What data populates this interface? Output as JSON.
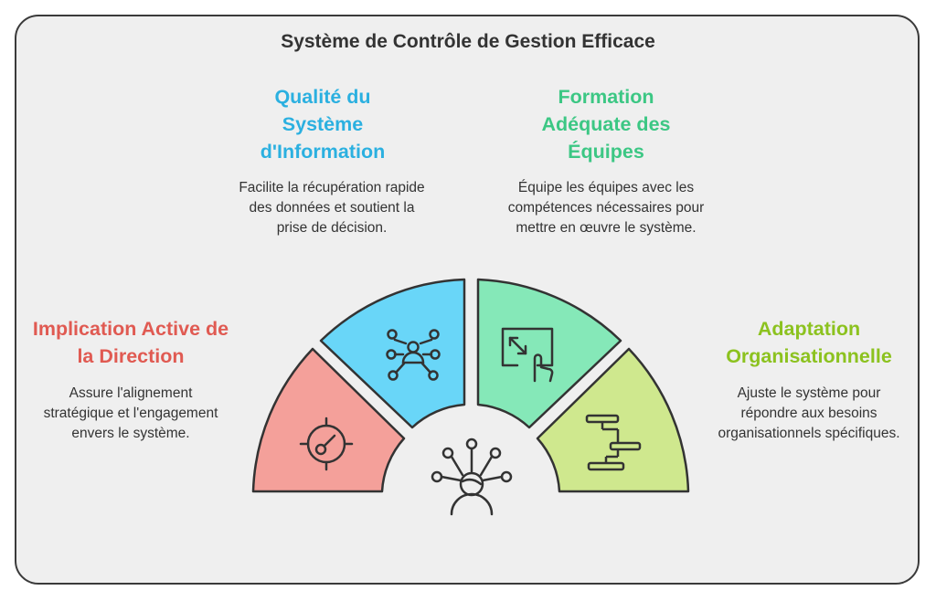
{
  "title": "Système de Contrôle de Gestion Efficace",
  "colors": {
    "red": "#f4a09a",
    "blue": "#69d6f8",
    "green": "#85e8b8",
    "lime": "#cfe88e",
    "red_text": "#e05a52",
    "blue_text": "#2bb0e0",
    "green_text": "#3cc784",
    "lime_text": "#8cc21f",
    "outline": "#333333"
  },
  "sections": {
    "quality": {
      "heading": "Qualité du Système d'Information",
      "desc": "Facilite la récupération rapide des données et soutient la prise de décision.",
      "icon": "network-user-icon"
    },
    "formation": {
      "heading": "Formation Adéquate des Équipes",
      "desc": "Équipe les équipes avec les compétences nécessaires pour mettre en œuvre le système.",
      "icon": "touch-screen-icon"
    },
    "direction": {
      "heading": "Implication Active de la Direction",
      "desc": "Assure l'alignement stratégique et l'engagement envers le système.",
      "icon": "target-icon"
    },
    "adapt": {
      "heading": "Adaptation Organisationnelle",
      "desc": "Ajuste le système pour répondre aux besoins organisationnels spécifiques.",
      "icon": "gantt-chart-icon"
    }
  },
  "center_icon": "person-network-icon"
}
